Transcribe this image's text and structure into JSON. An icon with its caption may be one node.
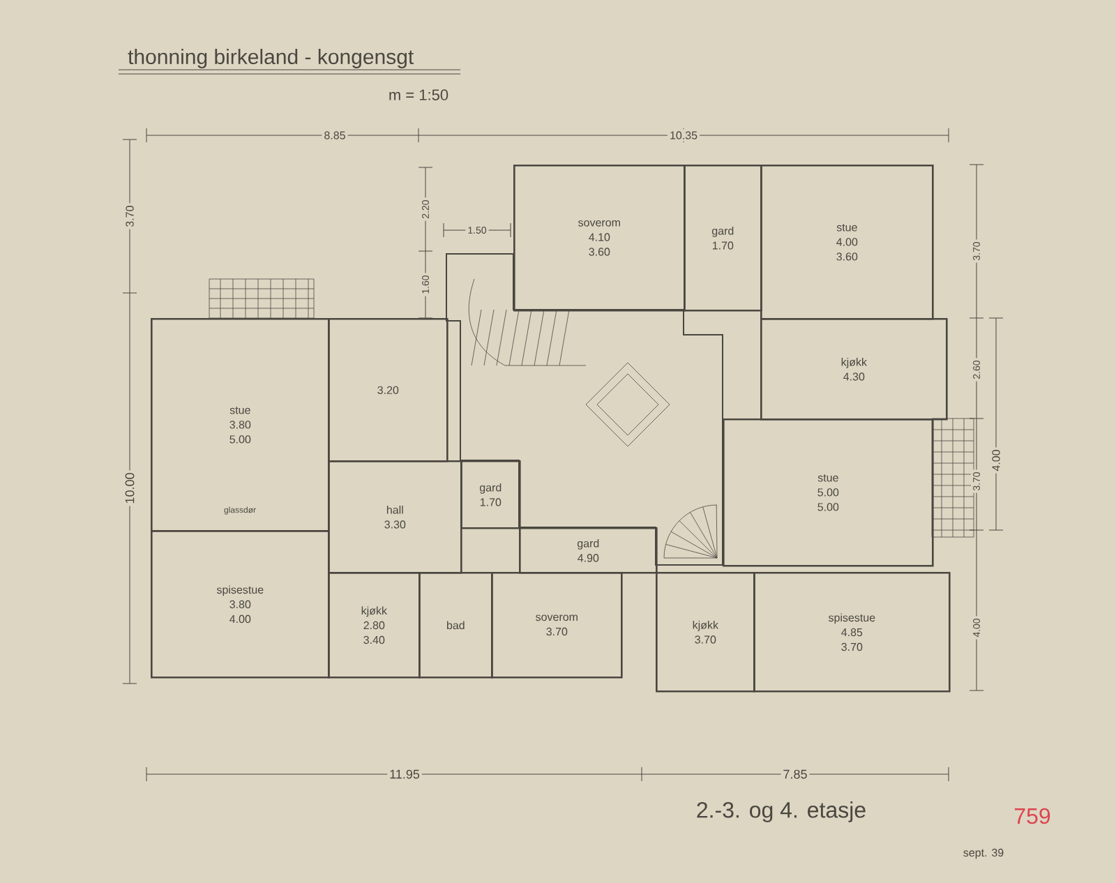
{
  "diagram": {
    "title": "thonning birkeland - kongensgt",
    "nodes": [
      {
        "text": [
          "stue",
          "3.80",
          "5.00"
        ]
      },
      {
        "text": [
          "3.20"
        ]
      },
      {
        "text": [
          "hall",
          "3.30"
        ]
      },
      {
        "text": [
          "spisestue",
          "3.80",
          "4.00"
        ]
      },
      {
        "text": [
          "kjøkk",
          "2.80",
          "3.40"
        ]
      },
      {
        "text": [
          "bad"
        ]
      },
      {
        "text": [
          "soverom",
          "3.70"
        ]
      },
      {
        "text": [
          "gard",
          "1.70"
        ]
      },
      {
        "text": [
          "soverom",
          "4.10",
          "3.60"
        ]
      },
      {
        "text": [
          "gard",
          "1.70"
        ]
      },
      {
        "text": [
          "stue",
          "4.00",
          "3.60"
        ]
      },
      {
        "text": [
          "kjøkk",
          "4.30"
        ]
      },
      {
        "text": [
          "stue",
          "5.00",
          "5.00"
        ]
      },
      {
        "text": [
          "gard",
          "4.90"
        ]
      },
      {
        "text": [
          "kjøkk",
          "3.70"
        ]
      },
      {
        "text": [
          "spisestue",
          "4.85",
          "3.70"
        ]
      }
    ],
    "edges": [],
    "labels": [
      "m = 1:50",
      "8.85",
      "10.35",
      "3.70",
      "10.00",
      "2.20",
      "1.60",
      "1.50",
      "glassdør",
      "11.95",
      "7.85",
      "3.70",
      "2.60",
      "4.00",
      "3.70",
      "4.00",
      "2.-3. og 4. etasje",
      "759",
      "sept. 39"
    ]
  }
}
